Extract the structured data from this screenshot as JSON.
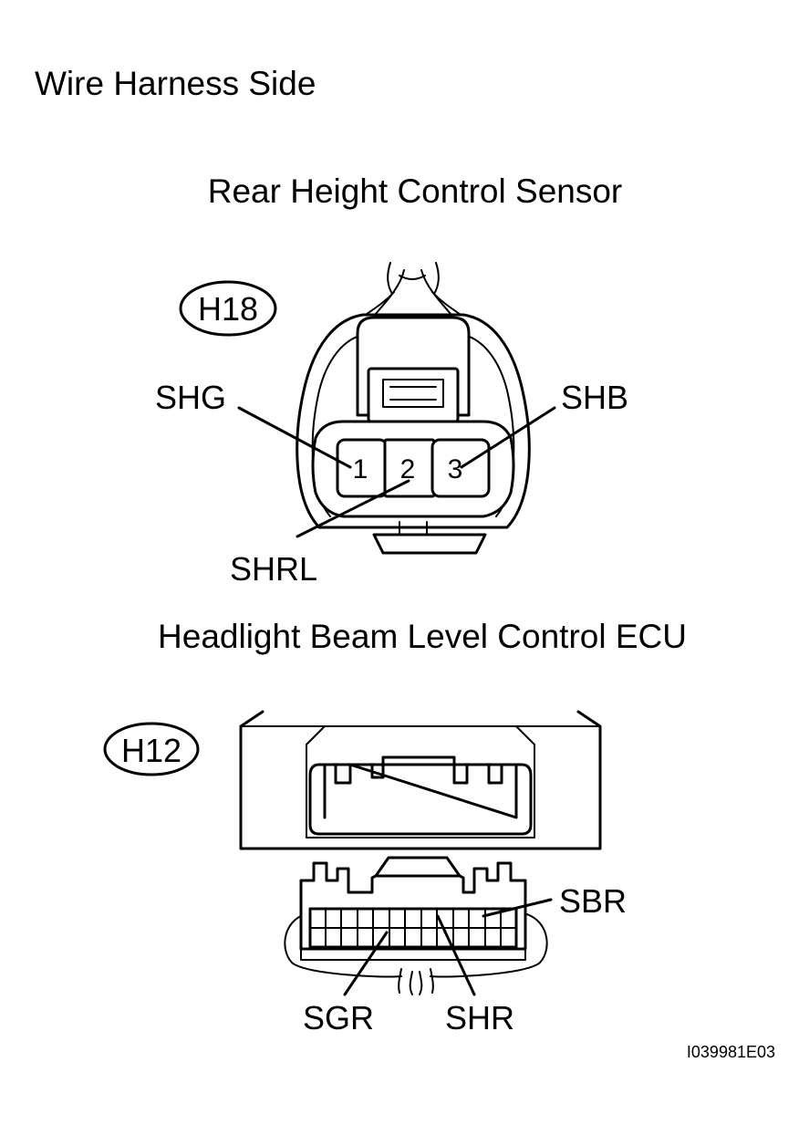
{
  "labels": {
    "side": "Wire Harness Side",
    "sensor_title": "Rear Height Control Sensor",
    "ecu_title": "Headlight Beam Level Control ECU",
    "figure_id": "I039981E03"
  },
  "sensor": {
    "connector_code": "H18",
    "pins": [
      "1",
      "2",
      "3"
    ],
    "terminals": {
      "shg": "SHG",
      "shb": "SHB",
      "shrl": "SHRL"
    }
  },
  "ecu": {
    "connector_code": "H12",
    "terminals": {
      "sbr": "SBR",
      "sgr": "SGR",
      "shr": "SHR"
    }
  }
}
